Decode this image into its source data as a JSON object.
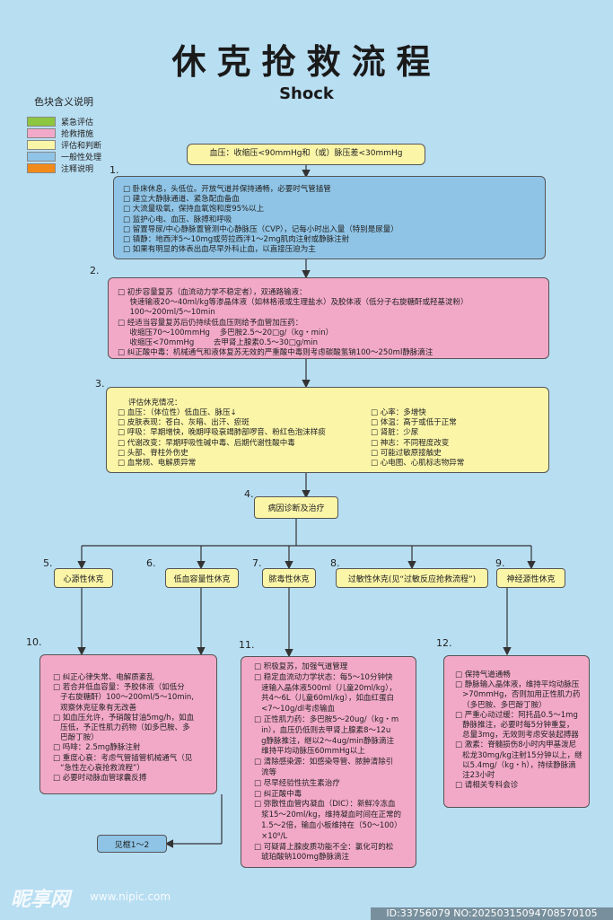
{
  "title": "休克抢救流程",
  "subtitle": "Shock",
  "legend": {
    "title": "色块含义说明",
    "items": [
      {
        "label": "紧急评估",
        "color": "#8dc63f"
      },
      {
        "label": "抢救措施",
        "color": "#f2a9c7"
      },
      {
        "label": "评估和判断",
        "color": "#fbf5a8"
      },
      {
        "label": "一般性处理",
        "color": "#8fc4e6"
      },
      {
        "label": "注释说明",
        "color": "#f28a1a"
      }
    ]
  },
  "top": "血压：收缩压<90mmHg和（或）脉压差<30mmHg",
  "steps": {
    "s1": "1.",
    "s2": "2.",
    "s3": "3.",
    "s4": "4.",
    "s5": "5.",
    "s6": "6.",
    "s7": "7.",
    "s8": "8.",
    "s9": "9.",
    "s10": "10.",
    "s11": "11.",
    "s12": "12."
  },
  "box1": [
    "□ 卧床休息，头低位。开放气道并保持通畅，必要时气管插管",
    "□ 建立大静脉通道、紧急配血备血",
    "□ 大流量吸氧，保持血氧饱和度95%以上",
    "□ 监护心电、血压、脉搏和呼吸",
    "□ 留置导尿/中心静脉置管测中心静脉压（CVP），记每小时出入量（特别是尿量）",
    "□ 镇静：地西泮5～10mg或劳拉西泮1～2mg肌肉注射或静脉注射",
    "□ 如果有明显的体表出血尽早外科止血，以直接压迫为主"
  ],
  "box2": [
    "□ 初步容量复苏（血流动力学不稳定者），双通路输液：",
    "     快速输液20～40ml/kg等渗晶体液（如林格液或生理盐水）及胶体液（低分子右旋糖酐或羟基淀粉）",
    "     100～200ml/5～10min",
    "□ 经适当容量复苏后仍持续低血压则给予血管加压药：",
    "     收缩压70～100mmHg    多巴胺2.5～20□g/（kg・min）",
    "     收缩压<70mmHg        去甲肾上腺素0.5～30□g/min",
    "□ 纠正酸中毒：机械通气和液体复苏无效的严重酸中毒则考虑碳酸氢钠100～250ml静脉滴注"
  ],
  "box3": {
    "header": "评估休克情况：",
    "left": [
      "□ 血压：（体位性）低血压、脉压↓",
      "□ 皮肤表现：苍白、灰暗、出汗、瘀斑",
      "□ 呼吸：早期增快，晚期呼吸衰竭肺部啰音、粉红色泡沫样痰",
      "□ 代谢改变：早期呼吸性碱中毒、后期代谢性酸中毒",
      "□ 头部、脊柱外伤史",
      "□ 血常规、电解质异常"
    ],
    "right": [
      "□ 心率：多增快",
      "□ 体温：高于或低于正常",
      "□ 肾脏：少尿",
      "□ 神志：不同程度改变",
      "□ 可能过敏原接触史",
      "□ 心电图、心肌标志物异常"
    ]
  },
  "diag": "病因诊断及治疗",
  "types": {
    "t5": "心源性休克",
    "t6": "低血容量性休克",
    "t7": "脓毒性休克",
    "t8": "过敏性休克(见“过敏反应抢救流程”)",
    "t9": "神经源性休克"
  },
  "box10": [
    "□ 纠正心律失常、电解质紊乱",
    "□ 若合并低血容量：予胶体液（如低分",
    "   子右旋糖酐）100～200ml/5～10min,",
    "   观察休克征象有无改善",
    "□ 如血压允许，予硝酸甘油5mg/h，如血",
    "   压低，予正性肌力药物（如多巴胺、多",
    "   巴酚丁胺）",
    "□ 吗啡：2.5mg静脉注射",
    "□ 重度心衰：考虑气管插管机械通气（见",
    "   “急性左心衰抢救流程”）",
    "□ 必要时动脉血管球囊反搏"
  ],
  "box11": [
    "□ 积极复苏，加强气道管理",
    "□ 稳定血流动力学状态：每5～10分钟快",
    "   速输入晶体液500ml（儿童20ml/kg），",
    "   共4～6L（儿童60ml/kg），如血红蛋白",
    "   <7～10g/dl考虑输血",
    "□ 正性肌力药：多巴胺5～20ug/（kg・m",
    "   in），血压仍低则去甲肾上腺素8～12u",
    "   g静脉推注，继以2～4ug/min静脉滴注",
    "   维持平均动脉压60mmHg以上",
    "□ 清除感染源：如感染导管、脓肿清除引",
    "   流等",
    "□ 尽早经验性抗生素治疗",
    "□ 纠正酸中毒",
    "□ 弥散性血管内凝血（DIC）：新鲜冷冻血",
    "   浆15～20ml/kg，维持凝血时间在正常的",
    "   1.5～2倍，输血小板维持在（50～100）",
    "   ×10⁹/L",
    "□ 可疑肾上腺皮质功能不全：氯化可的松",
    "   琥珀酸钠100mg静脉滴注"
  ],
  "box12": [
    "□ 保持气道通畅",
    "□ 静脉输入晶体液，维持平均动脉压",
    "   >70mmHg，否则加用正性肌力药",
    "   （多巴胺、多巴酚丁胺）",
    "□ 严重心动过缓：阿托品0.5～1mg",
    "   静脉推注，必要时每5分钟重复，",
    "   总量3mg，无效则考虑安装起搏器",
    "□ 激素：脊髓损伤8小时内甲基泼尼",
    "   松龙30mg/kg注射15分钟以上，继",
    "   以5.4mg/（kg・h），持续静脉滴",
    "   注23小时",
    "□ 请相关专科会诊"
  ],
  "see": "见框1～2",
  "watermark": {
    "brand": "昵享网",
    "url": "www.nipic.com",
    "id": "ID:33756079 NO:20250315094708570105"
  }
}
